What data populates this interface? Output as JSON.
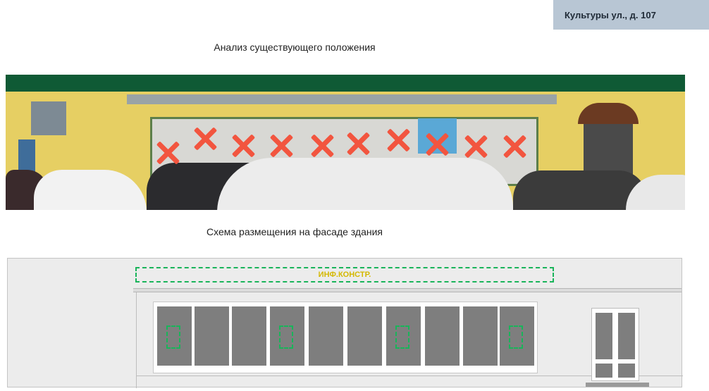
{
  "header": {
    "address": "Культуры ул., д. 107"
  },
  "sections": {
    "existing_title": "Анализ существующего положения",
    "scheme_title": "Схема размещения на фасаде здания"
  },
  "scheme": {
    "sign_label": "ИНФ.КОНСТР.",
    "pane_count": 10,
    "marked_panes": [
      1,
      4,
      7,
      10
    ]
  },
  "photo": {
    "crossed_windows": 10
  },
  "colors": {
    "cross": "#f2553f",
    "mark": "#19b45a",
    "sign_text": "#d4b800",
    "header_bg": "#b8c6d4"
  }
}
